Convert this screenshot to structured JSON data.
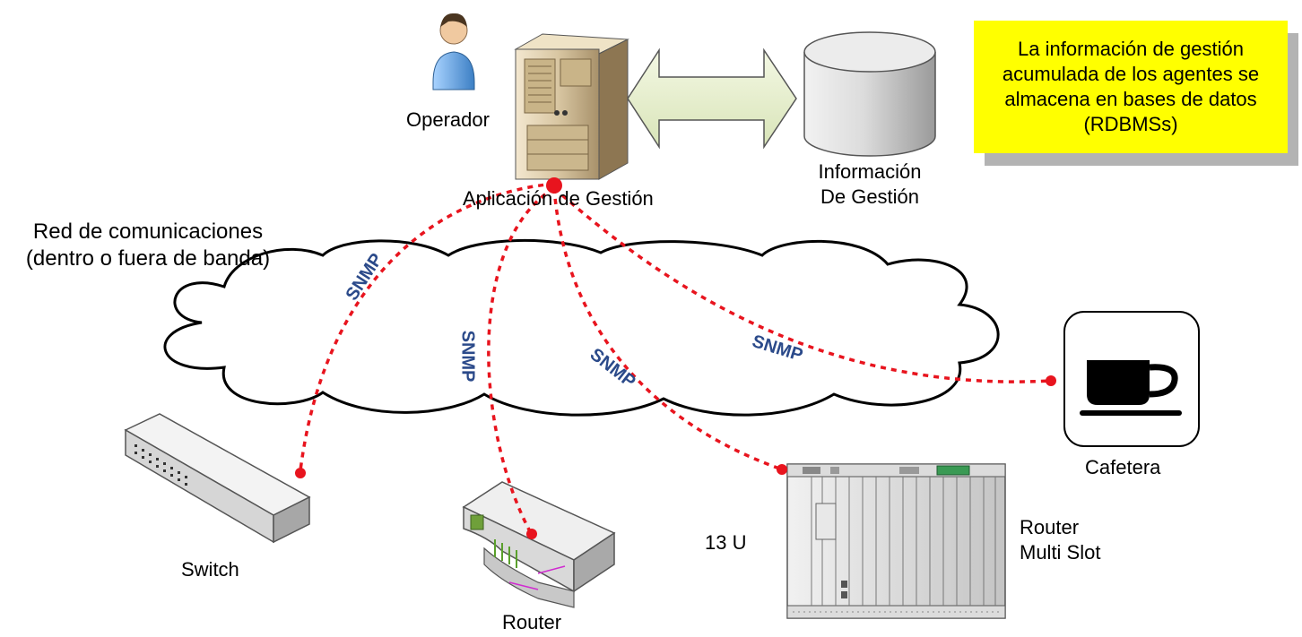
{
  "colors": {
    "link_line": "#e8141e",
    "snmp_text": "#2b4a8a",
    "note_background": "#ffff00",
    "note_shadow": "#b3b3b3",
    "cloud_outline": "#000000",
    "server_body": "#d9c7a3",
    "database_body": "#d9d9d9"
  },
  "labels": {
    "operator": "Operador",
    "management_app": "Aplicación de Gestión",
    "management_info_line1": "Información",
    "management_info_line2": "De Gestión",
    "network_line1": "Red de comunicaciones",
    "network_line2": "(dentro o fuera de banda)",
    "switch": "Switch",
    "router": "Router",
    "rack_units": "13 U",
    "multislot_line1": "Router",
    "multislot_line2": "Multi Slot",
    "coffee_maker": "Cafetera"
  },
  "note": {
    "line1": "La información de gestión",
    "line2": "acumulada de los agentes se",
    "line3": "almacena en bases de datos",
    "line4": "(RDBMSs)"
  },
  "protocol_labels": {
    "to_switch": "SNMP",
    "to_router": "SNMP",
    "to_multislot": "SNMP",
    "to_coffee": "SNMP"
  },
  "icons": {
    "operator": "person-icon",
    "server": "server-tower-icon",
    "database": "database-cylinder-icon",
    "arrow": "double-arrow-icon",
    "network": "cloud-icon",
    "switch": "network-switch-icon",
    "router": "router-icon",
    "multislot": "rack-chassis-icon",
    "coffee": "coffee-cup-icon"
  }
}
